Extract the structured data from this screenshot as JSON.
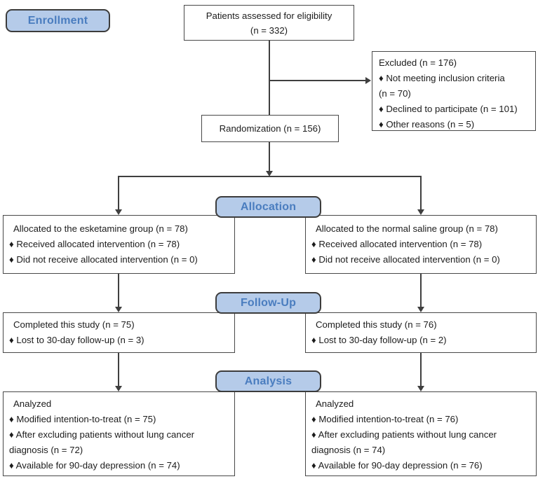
{
  "stage_labels": {
    "enrollment": "Enrollment",
    "allocation": "Allocation",
    "follow_up": "Follow-Up",
    "analysis": "Analysis"
  },
  "boxes": {
    "eligibility": {
      "lines": [
        "Patients assessed for eligibility",
        "(n = 332)"
      ]
    },
    "excluded": {
      "lines": [
        "Excluded (n = 176)",
        "♦ Not meeting inclusion criteria (n = 70)",
        "♦ Declined to participate (n = 101)",
        "♦ Other reasons (n = 5)"
      ]
    },
    "randomization": {
      "lines": [
        "Randomization (n = 156)"
      ]
    },
    "allocation_left": {
      "lines": [
        "Allocated to the esketamine group (n = 78)",
        "♦ Received allocated intervention (n = 78)",
        "♦ Did not receive allocated intervention (n = 0)"
      ]
    },
    "allocation_right": {
      "lines": [
        "Allocated to the normal saline group (n = 78)",
        "♦ Received allocated intervention (n = 78)",
        "♦ Did not receive allocated intervention (n = 0)"
      ]
    },
    "followup_left": {
      "lines": [
        "Completed this study (n = 75)",
        "♦ Lost to 30-day follow-up (n = 3)"
      ]
    },
    "followup_right": {
      "lines": [
        "Completed this study (n = 76)",
        "♦ Lost to 30-day follow-up (n = 2)"
      ]
    },
    "analysis_left": {
      "lines": [
        "Analyzed",
        "♦ Modified intention-to-treat (n = 75)",
        "♦ After excluding patients without lung cancer diagnosis (n = 72)",
        "♦ Available for 90-day depression (n = 74)"
      ]
    },
    "analysis_right": {
      "lines": [
        "Analyzed",
        "♦ Modified intention-to-treat (n = 76)",
        "♦ After excluding patients without lung cancer diagnosis (n = 74)",
        "♦ Available for 90-day depression (n = 76)"
      ]
    }
  }
}
